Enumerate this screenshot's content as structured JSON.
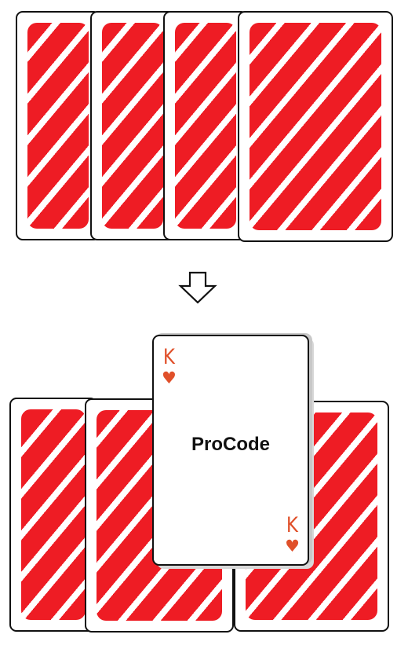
{
  "before": {
    "card_backs": [
      {
        "pattern": "red-diagonal-stripes"
      },
      {
        "pattern": "red-diagonal-stripes"
      },
      {
        "pattern": "red-diagonal-stripes"
      },
      {
        "pattern": "red-diagonal-stripes"
      }
    ]
  },
  "transition": {
    "icon": "down-arrow-icon"
  },
  "after": {
    "card_backs": [
      {
        "pattern": "red-diagonal-stripes"
      },
      {
        "pattern": "red-diagonal-stripes"
      },
      {
        "pattern": "red-diagonal-stripes"
      }
    ],
    "revealed_card": {
      "rank": "K",
      "suit": "♥",
      "brand": "ProCode"
    }
  },
  "colors": {
    "card_back_red": "#ee1c24",
    "stripe_white": "#ffffff",
    "card_outline": "#111111",
    "suit_red": "#e0502a"
  }
}
